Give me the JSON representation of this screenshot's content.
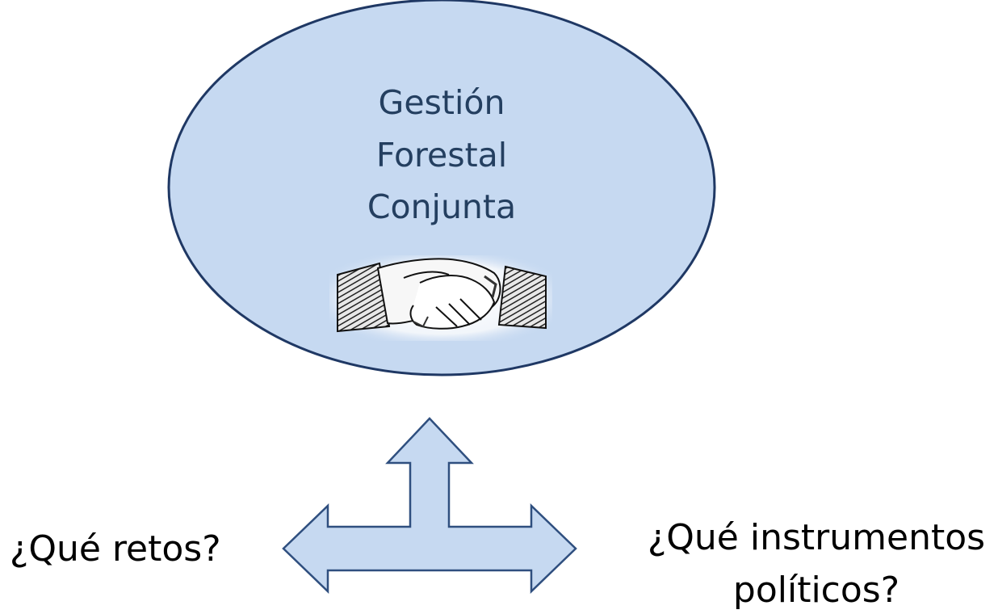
{
  "diagram": {
    "center": {
      "lines": [
        "Gestión",
        "Forestal",
        "Conjunta"
      ],
      "image_icon": "handshake-icon"
    },
    "left_question": "¿Qué retos?",
    "right_question": {
      "lines": [
        "¿Qué instrumentos",
        "políticos?"
      ]
    },
    "arrow_icon": "three-way-arrow-icon",
    "colors": {
      "ellipse_fill": "#c6d9f1",
      "ellipse_stroke": "#1f3864",
      "text_dark_blue": "#243f60",
      "arrow_fill": "#c6d9f1",
      "arrow_stroke": "#2f4f7f"
    }
  }
}
